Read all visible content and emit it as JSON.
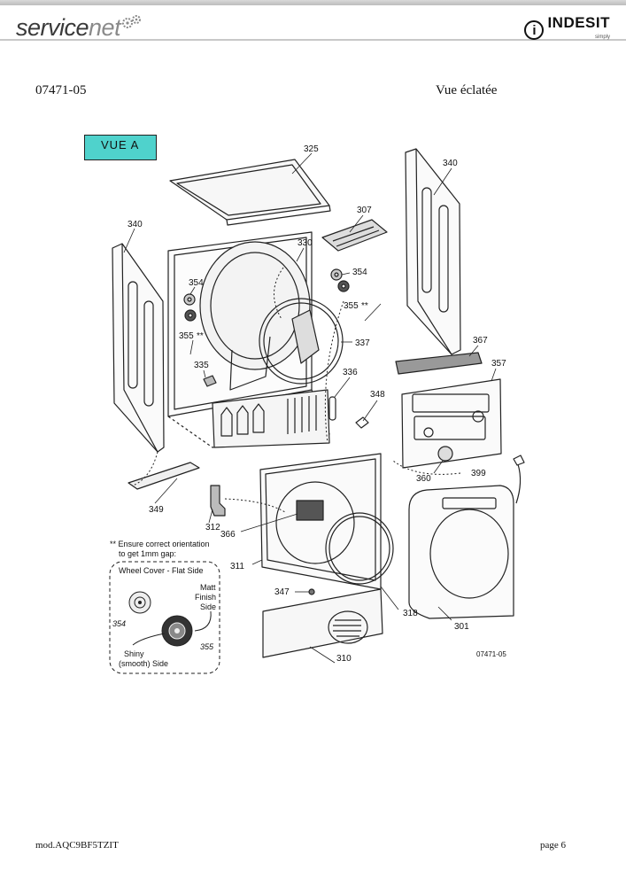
{
  "header": {
    "logo_part1": "service",
    "logo_part2": "net",
    "brand_name": "INDESIT",
    "brand_tagline": "simply"
  },
  "doc_code": "07471-05",
  "view_title": "Vue éclatée",
  "view_badge": "VUE A",
  "diagram": {
    "drawing_ref": "07471-05",
    "parts": [
      {
        "label": "325"
      },
      {
        "label": "340"
      },
      {
        "label": "340"
      },
      {
        "label": "307"
      },
      {
        "label": "330"
      },
      {
        "label": "354"
      },
      {
        "label": "354"
      },
      {
        "label": "355"
      },
      {
        "label": "355"
      },
      {
        "label": "337"
      },
      {
        "label": "335"
      },
      {
        "label": "336"
      },
      {
        "label": "348"
      },
      {
        "label": "367"
      },
      {
        "label": "357"
      },
      {
        "label": "360"
      },
      {
        "label": "399"
      },
      {
        "label": "349"
      },
      {
        "label": "312"
      },
      {
        "label": "366"
      },
      {
        "label": "311"
      },
      {
        "label": "347"
      },
      {
        "label": "318"
      },
      {
        "label": "301"
      },
      {
        "label": "310"
      }
    ],
    "note": {
      "line1": "** Ensure correct orientation",
      "line2": "to get 1mm gap:",
      "flat_side": "Wheel Cover - Flat Side",
      "matt_1": "Matt",
      "matt_2": "Finish",
      "matt_3": "Side",
      "shiny_1": "Shiny",
      "shiny_2": "(smooth) Side",
      "part_a": "354",
      "part_b": "355"
    }
  },
  "footer": {
    "model": "mod.AQC9BF5TZIT",
    "page": "page 6"
  },
  "colors": {
    "badge": "#4fd2cc"
  }
}
